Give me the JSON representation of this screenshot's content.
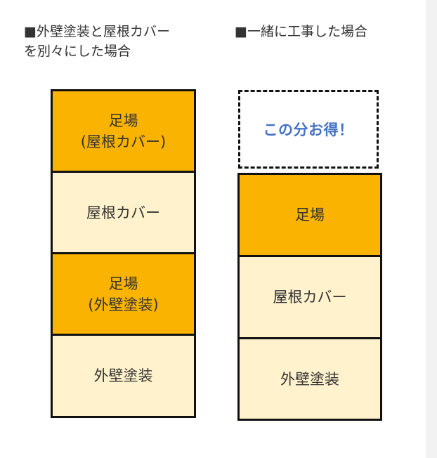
{
  "headings": {
    "left_line1": "■外壁塗装と屋根カバー",
    "left_line2": "を別々にした場合",
    "right": "■一緒に工事した場合"
  },
  "left_column": {
    "cells": [
      {
        "line1": "足場",
        "line2": "(屋根カバー)",
        "color": "#f9b300"
      },
      {
        "line1": "屋根カバー",
        "line2": "",
        "color": "#fff2cc"
      },
      {
        "line1": "足場",
        "line2": "(外壁塗装)",
        "color": "#f9b300"
      },
      {
        "line1": "外壁塗装",
        "line2": "",
        "color": "#fff2cc"
      }
    ]
  },
  "right_column": {
    "savings_label": "この分お得！",
    "savings_color": "#4472c4",
    "cells": [
      {
        "line1": "足場",
        "color": "#f9b300"
      },
      {
        "line1": "屋根カバー",
        "color": "#fff2cc"
      },
      {
        "line1": "外壁塗装",
        "color": "#fff2cc"
      }
    ]
  }
}
